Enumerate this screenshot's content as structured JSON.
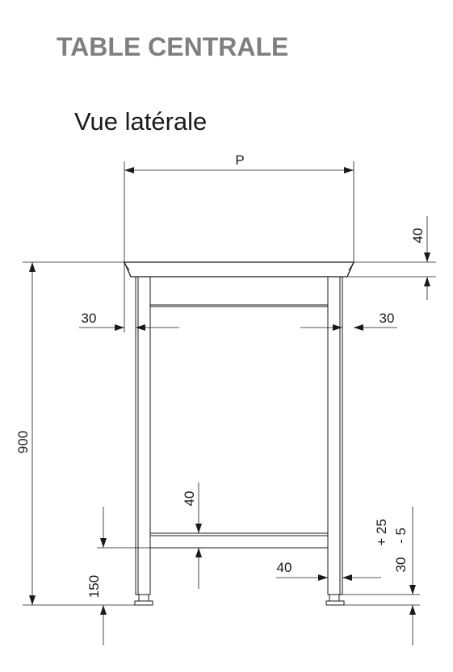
{
  "header": {
    "title": "TABLE CENTRALE",
    "subtitle": "Vue latérale"
  },
  "dimensions": {
    "depth": "P",
    "top_thickness": "40",
    "overall_height": "900",
    "side_offset_left": "30",
    "side_offset_right": "30",
    "shelf_thickness": "40",
    "shelf_height": "150",
    "leg_width": "40",
    "foot_adjust_plus": "+ 25",
    "foot_adjust_minus": "- 5",
    "foot_base": "30"
  },
  "colors": {
    "line": "#1a1a1a",
    "title": "#7f7f7f"
  }
}
